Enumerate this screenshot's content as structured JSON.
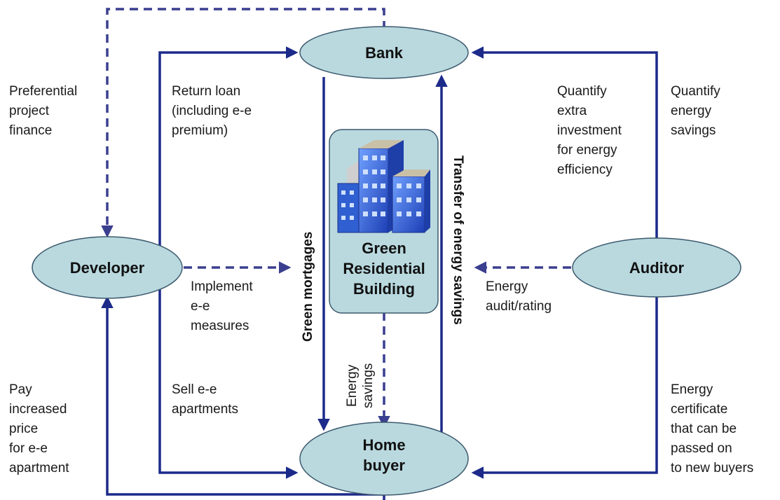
{
  "nodes": {
    "bank": "Bank",
    "developer": "Developer",
    "auditor": "Auditor",
    "home_buyer": [
      "Home",
      "buyer"
    ],
    "building": [
      "Green",
      "Residential",
      "Building"
    ]
  },
  "labels": {
    "preferential_finance": [
      "Preferential",
      "project",
      "finance"
    ],
    "return_loan": [
      "Return loan",
      "(including e-e",
      "premium)"
    ],
    "quantify_investment": [
      "Quantify",
      "extra",
      "investment",
      "for energy",
      "efficiency"
    ],
    "quantify_savings": [
      "Quantify",
      "energy",
      "savings"
    ],
    "implement_measures": [
      "Implement",
      "e-e",
      "measures"
    ],
    "energy_audit": [
      "Energy",
      "audit/rating"
    ],
    "pay_increased": [
      "Pay",
      "increased",
      "price",
      "for e-e",
      "apartment"
    ],
    "sell_apartments": [
      "Sell e-e",
      "apartments"
    ],
    "energy_certificate": [
      "Energy",
      "certificate",
      "that can be",
      "passed on",
      "to new buyers"
    ],
    "green_mortgages": "Green mortgages",
    "transfer_savings": "Transfer of energy savings",
    "energy_savings_vertical": [
      "Energy",
      "savings"
    ]
  },
  "colors": {
    "arrow": "#1c2a8a",
    "dashed_arrow": "#3a3f8f",
    "ellipse_fill": "#b9d9df",
    "building_box": "#b9d9df",
    "building_blue": "#2f5fd0"
  },
  "icons": {
    "building": "building-icon"
  }
}
